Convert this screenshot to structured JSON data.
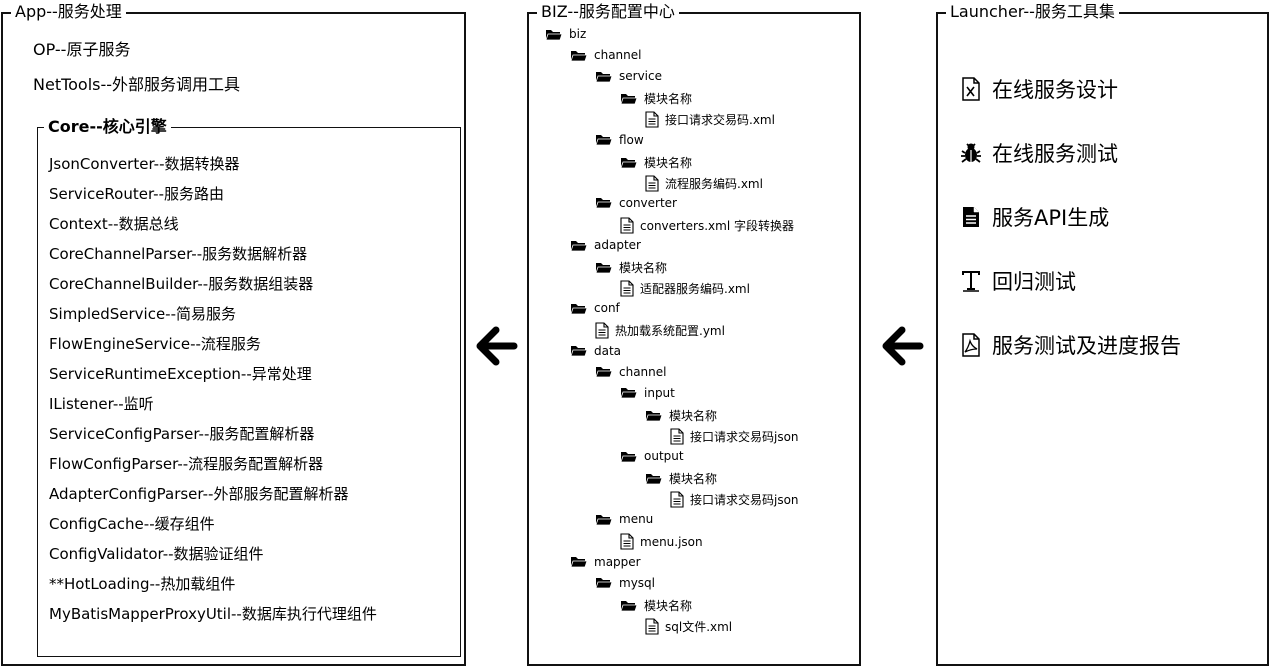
{
  "app": {
    "title": "App--服务处理",
    "items": [
      "OP--原子服务",
      "NetTools--外部服务调用工具"
    ],
    "core": {
      "title": "Core--核心引擎",
      "items": [
        "JsonConverter--数据转换器",
        "ServiceRouter--服务路由",
        "Context--数据总线",
        "CoreChannelParser--服务数据解析器",
        "CoreChannelBuilder--服务数据组装器",
        "SimpledService--简易服务",
        "FlowEngineService--流程服务",
        "ServiceRuntimeException--异常处理",
        "IListener--监听",
        "ServiceConfigParser--服务配置解析器",
        "FlowConfigParser--流程服务配置解析器",
        "AdapterConfigParser--外部服务配置解析器",
        "ConfigCache--缓存组件",
        "ConfigValidator--数据验证组件",
        "**HotLoading--热加载组件",
        "MyBatisMapperProxyUtil--数据库执行代理组件"
      ]
    }
  },
  "biz": {
    "title": "BIZ--服务配置中心",
    "tree": [
      {
        "label": "biz",
        "type": "folder",
        "depth": 0
      },
      {
        "label": "channel",
        "type": "folder",
        "depth": 1
      },
      {
        "label": "service",
        "type": "folder",
        "depth": 2
      },
      {
        "label": "模块名称",
        "type": "folder",
        "depth": 3
      },
      {
        "label": "接口请求交易码.xml",
        "type": "file",
        "depth": 4
      },
      {
        "label": "flow",
        "type": "folder",
        "depth": 2
      },
      {
        "label": "模块名称",
        "type": "folder",
        "depth": 3
      },
      {
        "label": "流程服务编码.xml",
        "type": "file",
        "depth": 4
      },
      {
        "label": "converter",
        "type": "folder",
        "depth": 2
      },
      {
        "label": "converters.xml 字段转换器",
        "type": "file",
        "depth": 3
      },
      {
        "label": "adapter",
        "type": "folder",
        "depth": 1
      },
      {
        "label": "模块名称",
        "type": "folder",
        "depth": 2
      },
      {
        "label": "适配器服务编码.xml",
        "type": "file",
        "depth": 3
      },
      {
        "label": "conf",
        "type": "folder",
        "depth": 1
      },
      {
        "label": "热加载系统配置.yml",
        "type": "file",
        "depth": 2
      },
      {
        "label": "data",
        "type": "folder",
        "depth": 1
      },
      {
        "label": "channel",
        "type": "folder",
        "depth": 2
      },
      {
        "label": "input",
        "type": "folder",
        "depth": 3
      },
      {
        "label": "模块名称",
        "type": "folder",
        "depth": 4
      },
      {
        "label": "接口请求交易码json",
        "type": "file",
        "depth": 5
      },
      {
        "label": "output",
        "type": "folder",
        "depth": 3
      },
      {
        "label": "模块名称",
        "type": "folder",
        "depth": 4
      },
      {
        "label": "接口请求交易码json",
        "type": "file",
        "depth": 5
      },
      {
        "label": "menu",
        "type": "folder",
        "depth": 2
      },
      {
        "label": "menu.json",
        "type": "file",
        "depth": 3
      },
      {
        "label": "mapper",
        "type": "folder",
        "depth": 1
      },
      {
        "label": "mysql",
        "type": "folder",
        "depth": 2
      },
      {
        "label": "模块名称",
        "type": "folder",
        "depth": 3
      },
      {
        "label": "sql文件.xml",
        "type": "file",
        "depth": 4
      }
    ]
  },
  "launcher": {
    "title": "Launcher--服务工具集",
    "tools": [
      {
        "label": "在线服务设计",
        "icon": "excel-file-icon"
      },
      {
        "label": "在线服务测试",
        "icon": "bug-icon"
      },
      {
        "label": "服务API生成",
        "icon": "document-icon"
      },
      {
        "label": "回归测试",
        "icon": "text-tool-icon"
      },
      {
        "label": "服务测试及进度报告",
        "icon": "pdf-file-icon"
      }
    ]
  }
}
